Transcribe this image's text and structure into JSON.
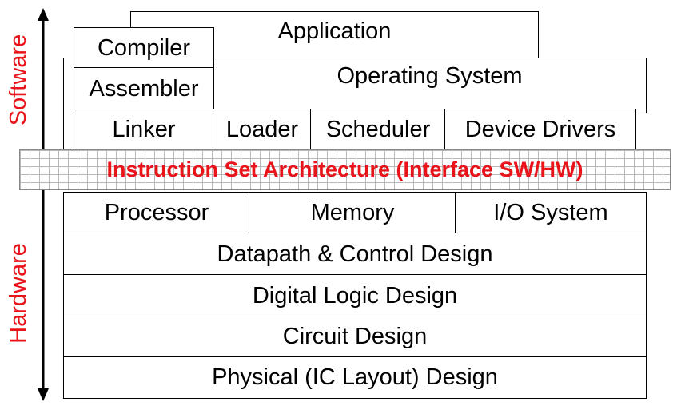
{
  "software_label": "Software",
  "hardware_label": "Hardware",
  "application": "Application",
  "compiler": "Compiler",
  "assembler": "Assembler",
  "operating_system": "Operating System",
  "linker": "Linker",
  "loader": "Loader",
  "scheduler": "Scheduler",
  "device_drivers": "Device Drivers",
  "isa": "Instruction Set Architecture (Interface SW/HW)",
  "processor": "Processor",
  "memory": "Memory",
  "io_system": "I/O System",
  "datapath": "Datapath & Control Design",
  "digital_logic": "Digital Logic Design",
  "circuit": "Circuit Design",
  "physical": "Physical (IC Layout) Design",
  "colors": {
    "accent_red": "#e8141a",
    "grid": "#b8b8b8"
  }
}
